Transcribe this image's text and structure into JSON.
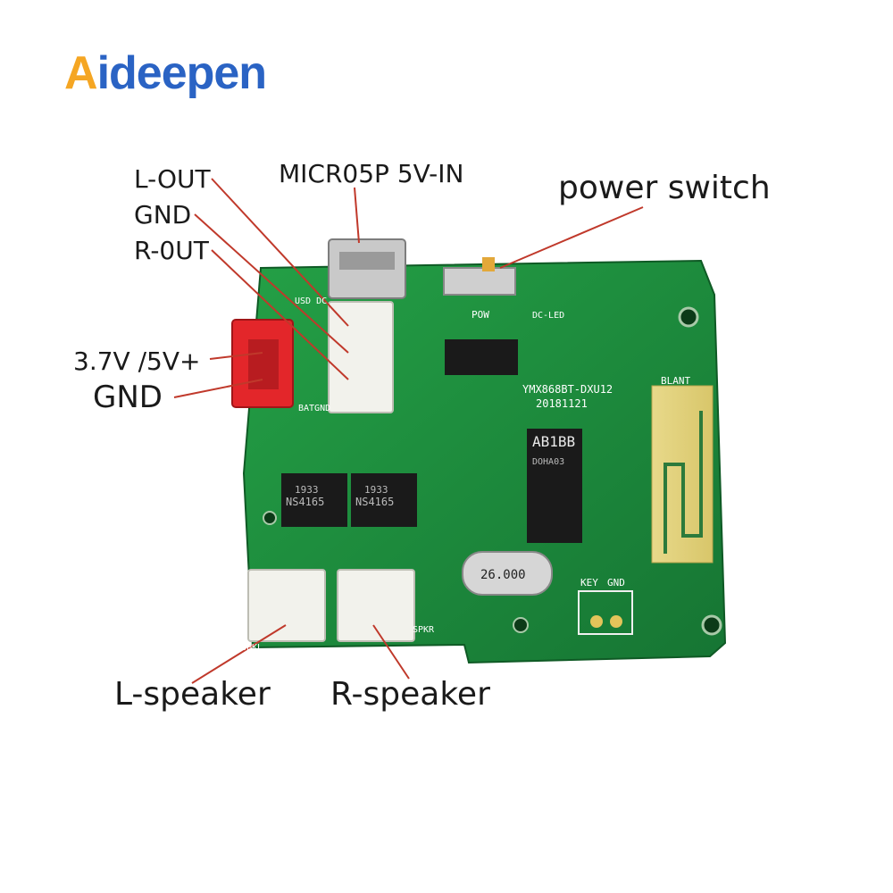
{
  "brand": {
    "logo_first": "A",
    "logo_rest": "ideepen",
    "accent": "#f5a623",
    "primary": "#2a63c4"
  },
  "labels": {
    "l_out": "L-OUT",
    "gnd_top": "GND",
    "r_out": "R-0UT",
    "micro_usb": "MICR05P  5V-IN",
    "power_switch": "power switch",
    "battery_plus": "3.7V /5V+",
    "battery_gnd": "GND",
    "l_speaker": "L-speaker",
    "r_speaker": "R-speaker"
  },
  "board_text": {
    "ic_main": "AB1BB",
    "ic_main_sub": "DOHA03",
    "amp_left": "NS4165",
    "amp_right": "NS4165",
    "amp_code_left": "1933",
    "amp_code_right": "1933",
    "crystal": "26.000",
    "model": "YMX868BT-DXU12",
    "date": "20181121",
    "antenna": "BLANT",
    "key": "KEY",
    "gnd": "GND",
    "pow": "POW",
    "dc_led": "DC-LED",
    "batgnd": "BATGND",
    "usb_dc": "USD DC",
    "spkl": "SPKL",
    "spkr": "SPKR"
  },
  "colors": {
    "pcb": "#1e8a3c",
    "pcb_dark": "#156b2d",
    "leader": "#c0392b"
  }
}
